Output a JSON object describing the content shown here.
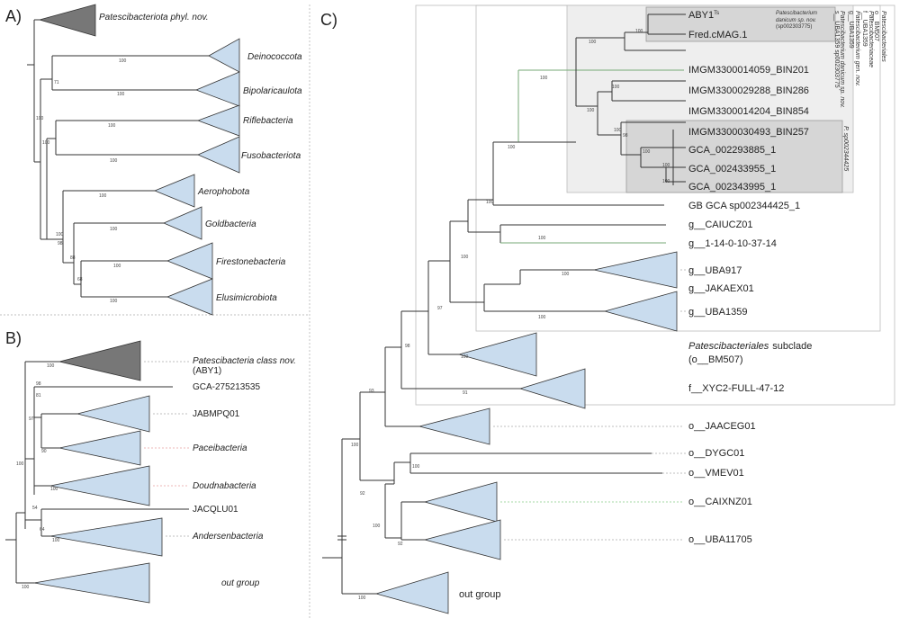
{
  "panels": {
    "a": "A)",
    "b": "B)",
    "c": "C)"
  },
  "panel_a": {
    "collapsed_gray": "Patescibacteriota phyl. nov.",
    "clades": [
      "Deinococcota",
      "Bipolaricaulota",
      "Riflebacteria",
      "Fusobacteriota",
      "Aerophobota",
      "Goldbacteria",
      "Firestonebacteria",
      "Elusimicrobiota"
    ],
    "support": [
      "100",
      "71",
      "100",
      "100",
      "100",
      "100",
      "100",
      "100",
      "100",
      "98",
      "88",
      "100",
      "100",
      "68",
      "100"
    ]
  },
  "panel_b": {
    "collapsed_gray": "Patescibacteria class nov.",
    "collapsed_gray_sub": "(ABY1)",
    "tips": [
      "GCA-275213535",
      "JABMPQ01",
      "Paceibacteria",
      "Doudnabacteria",
      "JACQLU01",
      "Andersenbacteria",
      "out group"
    ],
    "support": [
      "100",
      "98",
      "81",
      "97",
      "90",
      "100",
      "100",
      "100",
      "54",
      "64",
      "100"
    ]
  },
  "panel_c": {
    "aby1": "ABY1",
    "aby1_sup": "Ts",
    "fred": "Fred.cMAG.1",
    "species_label_1": "Patescibacterium",
    "species_label_2": "danicum sp. nov.",
    "species_label_3": "(sp002303775)",
    "tips": [
      "IMGM3300014059_BIN201",
      "IMGM3300029288_BIN286",
      "IMGM3300014204_BIN854",
      "IMGM3300030493_BIN257",
      "GCA_002293885_1",
      "GCA_002433955_1",
      "GCA_002343995_1",
      "GB GCA sp002344425_1"
    ],
    "genera": [
      "g__CAIUCZ01",
      "g__1-14-0-10-37-14",
      "g__UBA917",
      "g__JAKAEX01",
      "g__UBA1359"
    ],
    "subclade_name": "Patescibacteriales",
    "subclade_word": "subclade",
    "subclade_code": "(o__BM507)",
    "family": "f__XYC2-FULL-47-12",
    "orders": [
      "o__JAACEG01",
      "o__DYGC01",
      "o__VMEV01",
      "o__CAIXNZ01",
      "o__UBA11705"
    ],
    "outgroup": "out group",
    "vertical_labels": [
      "Patescibacteriales",
      "o__BM507",
      "Patescibacteriaceae",
      "f__UBA1359",
      "Patescibacterium gen. nov.",
      "g__UBA1359",
      "Patescibacterium danicum sp. nov.",
      "s__UBA1359 sp002303775",
      "P. sp002344425"
    ],
    "support": [
      "100",
      "100",
      "100",
      "100",
      "100",
      "100",
      "98",
      "100",
      "100",
      "100",
      "100",
      "100",
      "100",
      "100",
      "100",
      "97",
      "100",
      "98",
      "100",
      "93",
      "91",
      "100",
      "100",
      "92",
      "100",
      "92",
      "100"
    ]
  },
  "colors": {
    "clade_blue": "#c9dcee",
    "collapsed_gray": "#777777",
    "highlight_light": "#eeeeee",
    "highlight_dark": "#d6d6d6"
  }
}
